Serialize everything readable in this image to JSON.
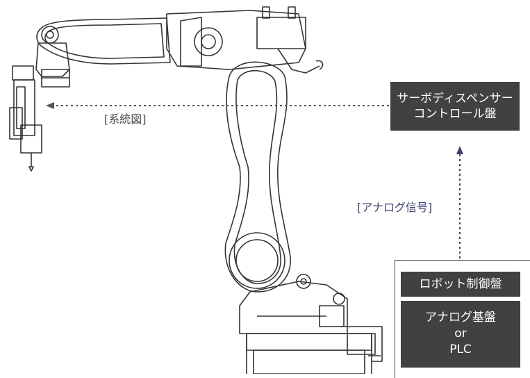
{
  "labels": {
    "system_diagram": "[系統図]",
    "analog_signal": "[アナログ信号]"
  },
  "boxes": {
    "servo_controller": {
      "line1": "サーボディスペンサー",
      "line2": "コントロール盤"
    },
    "robot_controller": "ロボット制御盤",
    "plc": {
      "line1": "アナログ基盤",
      "line2": "or",
      "line3": "PLC"
    }
  },
  "colors": {
    "box_fill": "#414141",
    "box_text": "#ffffff",
    "signal_arrow": "#3b3f7a",
    "system_arrow": "#555555"
  }
}
